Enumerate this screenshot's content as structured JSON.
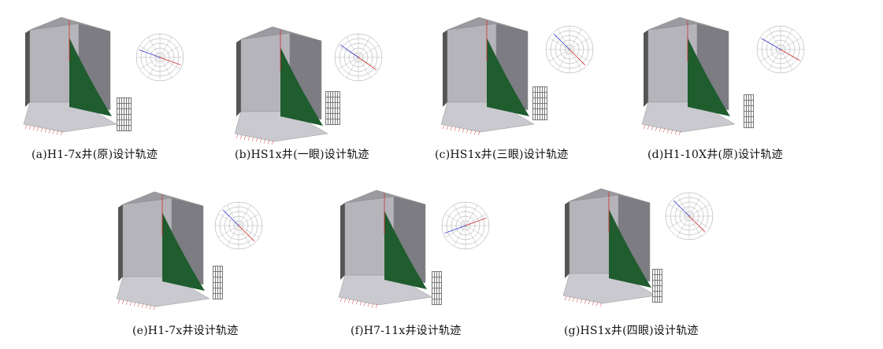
{
  "panels": [
    {
      "id": "a",
      "caption": "(a)H1-7x井(原)设计轨迹",
      "table_rows": 6,
      "table_cols": 6
    },
    {
      "id": "b",
      "caption": "(b)HS1x井(一眼)设计轨迹",
      "table_rows": 6,
      "table_cols": 6
    },
    {
      "id": "c",
      "caption": "(c)HS1x井(三眼)设计轨迹",
      "table_rows": 6,
      "table_cols": 6
    },
    {
      "id": "d",
      "caption": "(d)H1-10X井(原)设计轨迹",
      "table_rows": 6,
      "table_cols": 4
    },
    {
      "id": "e",
      "caption": "(e)H1-7x井设计轨迹",
      "table_rows": 6,
      "table_cols": 4
    },
    {
      "id": "f",
      "caption": "(f)H7-11x井设计轨迹",
      "table_rows": 6,
      "table_cols": 4
    },
    {
      "id": "g",
      "caption": "(g)HS1x井(四眼)设计轨迹",
      "table_rows": 6,
      "table_cols": 4
    }
  ],
  "colors": {
    "box_top": "#9a9aa0",
    "box_side": "#7c7c82",
    "box_front": "#b4b4ba",
    "floor": "#c9c9cf",
    "fill": "#1f5c2e",
    "trace": "#d03030",
    "polar_grid": "#888888",
    "azimuth_line": "#3a3ad0"
  }
}
